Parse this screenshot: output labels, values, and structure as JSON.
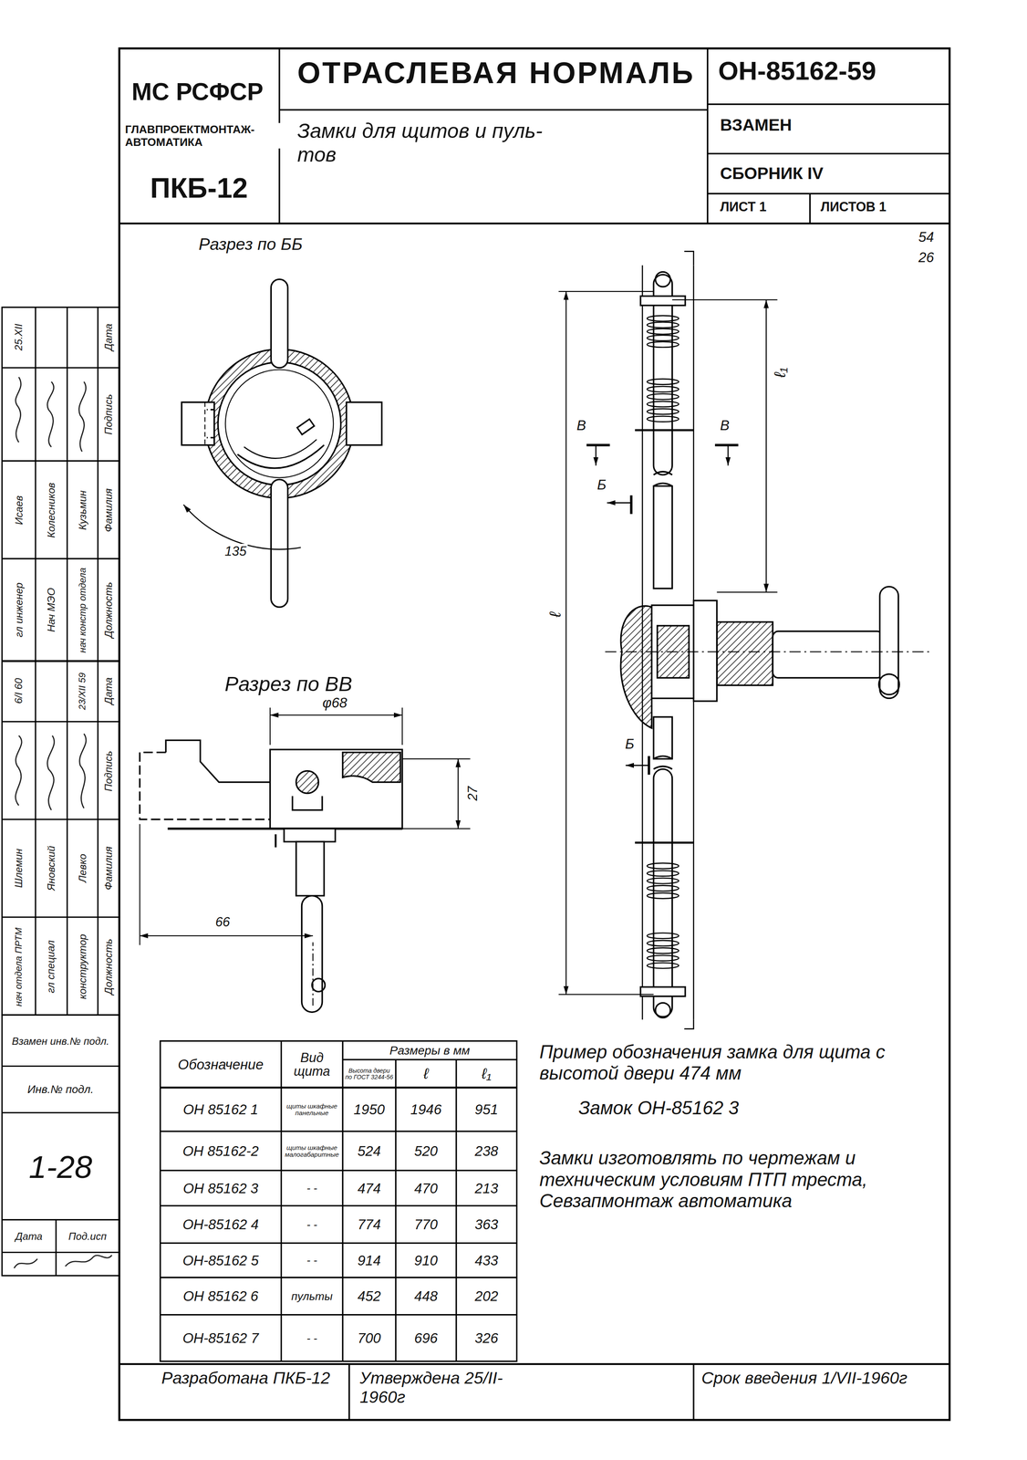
{
  "diagram": {
    "title": "ОТРАСЛЕВАЯ НОРМАЛЬ",
    "labels": [
      "МС РСФСР",
      "ГЛАВПРОЕКТМОНТАЖ- АВТОМАТИКА",
      "ПКБ-12",
      "ОТРАСЛЕВАЯ НОРМАЛЬ",
      "ОН-85162-59",
      "Замки для щитов и пуль- тов",
      "ВЗАМЕН",
      "СБОРНИК IV",
      "ЛИСТ 1",
      "ЛИСТОВ 1",
      "54",
      "26",
      "Разрез по ББ",
      "135",
      "Разрез по ВВ",
      "φ68",
      "27",
      "66",
      "В",
      "В",
      "ℓ₁",
      "Б",
      "ℓ",
      "Б",
      "Обозначение",
      "Вид щита",
      "Размеры в мм",
      "Высота двери по ГОСТ 3244-56",
      "ℓ",
      "ℓ₁",
      "ОН 85162 1",
      "щиты шкафные панельные",
      "1950",
      "1946",
      "951",
      "ОН 85162-2",
      "щиты шкафные малогабаритные",
      "524",
      "520",
      "238",
      "ОН 85162 3",
      "- -",
      "474",
      "470",
      "213",
      "ОН-85162 4",
      "- -",
      "774",
      "770",
      "363",
      "ОН-85162 5",
      "- -",
      "914",
      "910",
      "433",
      "ОН 85162 6",
      "пульты",
      "452",
      "448",
      "202",
      "ОН-85162 7",
      "- -",
      "700",
      "696",
      "326",
      "Пример обозначения замка для щита с высотой двери 474 мм",
      "Замок ОН-85162 3",
      "Замки изготовлять по чертежам и техническим условиям ПТП треста, Севзапмонтаж автоматика",
      "Разработана ПКБ-12",
      "Утверждена 25/II-1960г",
      "Срок введения 1/VII-1960г",
      "Дата",
      "Подпись",
      "Фамилия",
      "Должность",
      "25.XII",
      "Исаев",
      "гл инженер",
      "Колесников",
      "Нач МЭО",
      "Кузьмин",
      "нач констр отдела",
      "Дата",
      "Подпись",
      "Фамилия",
      "Должность",
      "6/I 60",
      "Шлемин",
      "нач отдела ПРТМ",
      "Яновский",
      "гл специал",
      "23/XII 59",
      "Левко",
      "конструктор",
      "Взамен инв.№ подл.",
      "Инв.№ подл.",
      "1-28",
      "Дата",
      "Под.исп"
    ]
  }
}
